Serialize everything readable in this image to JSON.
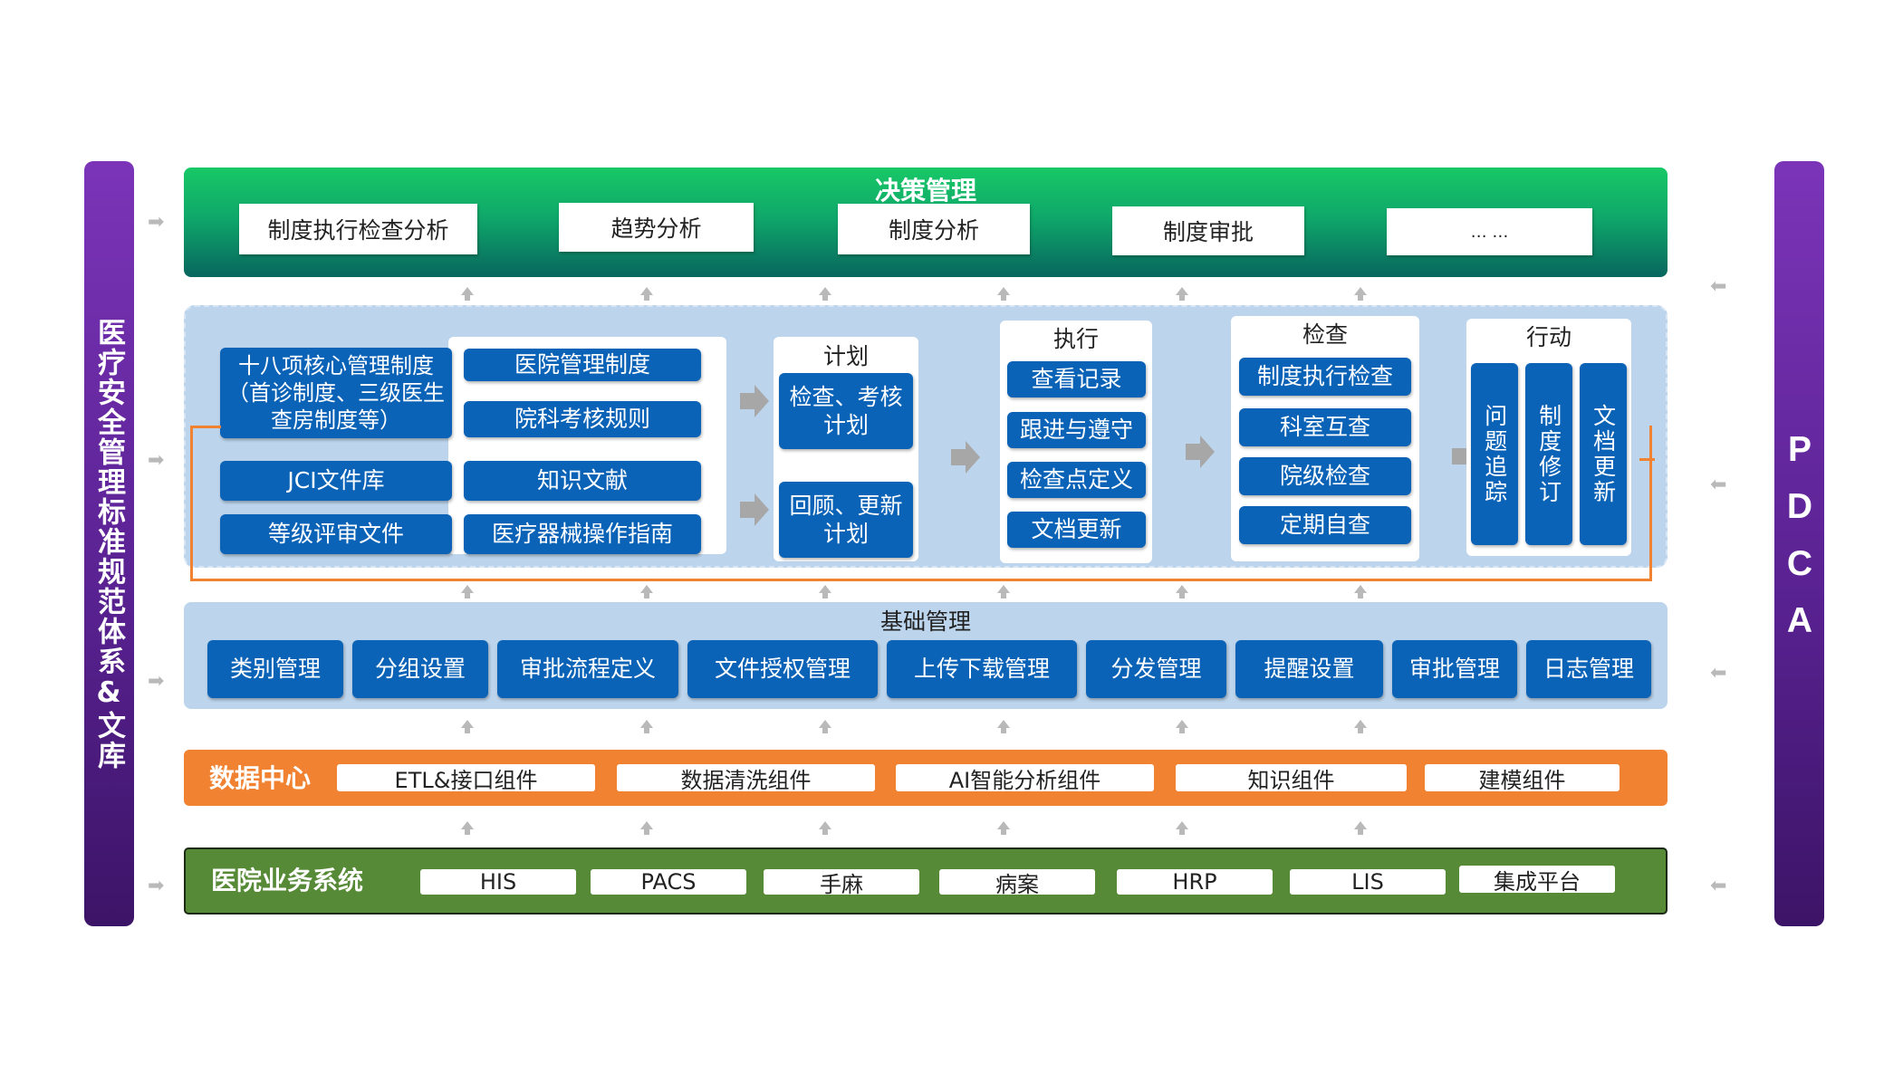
{
  "left_bar": {
    "label": "医疗安全管理标准规范体系&文库"
  },
  "right_bar": {
    "label": "PDCA"
  },
  "decision": {
    "title": "决策管理",
    "items": [
      "制度执行检查分析",
      "趋势分析",
      "制度分析",
      "制度审批",
      "… …"
    ]
  },
  "core": {
    "doc_left": [
      "十八项核心管理制度（首诊制度、三级医生查房制度等）",
      "JCI文件库",
      "等级评审文件"
    ],
    "doc_right": [
      "医院管理制度",
      "院科考核规则",
      "知识文献",
      "医疗器械操作指南"
    ],
    "plan": {
      "title": "计划",
      "items": [
        "检查、考核计划",
        "回顾、更新计划"
      ]
    },
    "do": {
      "title": "执行",
      "items": [
        "查看记录",
        "跟进与遵守",
        "检查点定义",
        "文档更新"
      ]
    },
    "check": {
      "title": "检查",
      "items": [
        "制度执行检查",
        "科室互查",
        "院级检查",
        "定期自查"
      ]
    },
    "act": {
      "title": "行动",
      "items": [
        "问题追踪",
        "制度修订",
        "文档更新"
      ]
    }
  },
  "base": {
    "title": "基础管理",
    "items": [
      "类别管理",
      "分组设置",
      "审批流程定义",
      "文件授权管理",
      "上传下载管理",
      "分发管理",
      "提醒设置",
      "审批管理",
      "日志管理"
    ]
  },
  "data_center": {
    "title": "数据中心",
    "items": [
      "ETL&接口组件",
      "数据清洗组件",
      "AI智能分析组件",
      "知识组件",
      "建模组件"
    ]
  },
  "hospital": {
    "title": "医院业务系统",
    "items": [
      "HIS",
      "PACS",
      "手麻",
      "病案",
      "HRP",
      "LIS",
      "集成平台"
    ]
  },
  "colors": {
    "sidebar_purple": "#5a2293",
    "decision_green": "#0fa86a",
    "core_blue": "#0b63b7",
    "panel_bg": "#bcd4ec",
    "data_orange": "#f08232",
    "hospital_green": "#568a36"
  }
}
